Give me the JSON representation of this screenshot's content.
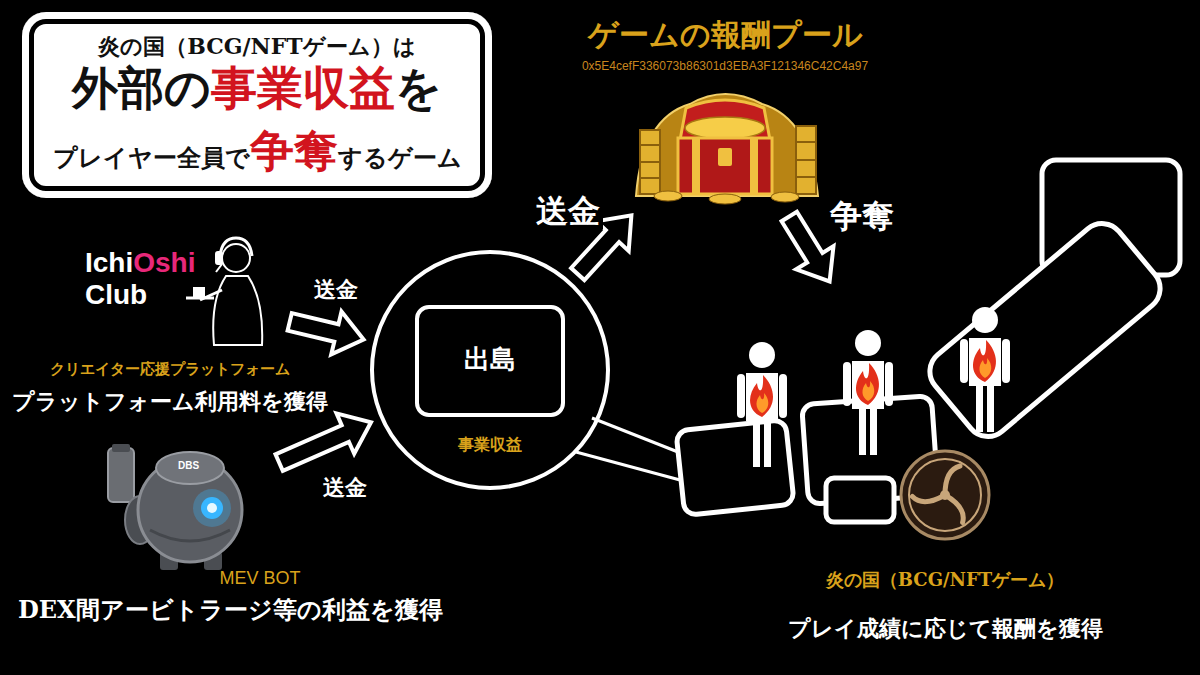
{
  "diagram": {
    "nodes": [
      {
        "text": [
          "炎の国（BCG/NFTゲーム）は",
          "外部の",
          "事業収益",
          "を",
          "プレイヤー全員で",
          "争奪",
          "するゲーム"
        ]
      },
      {
        "text": [
          "ゲームの報酬プール",
          "0x5E4cefF336073b86301d3EBA3F121346C42C4a97"
        ]
      },
      {
        "text": [
          "Ichi",
          "Oshi",
          "Club",
          "クリエイター応援プラットフォーム",
          "プラットフォーム利用料を獲得"
        ]
      },
      {
        "text": [
          "事業収益"
        ]
      },
      {
        "text": [
          "出島"
        ],
        "in": 3
      },
      {
        "text": [
          "MEV BOT",
          "DEX間アービトラージ等の利益を獲得"
        ]
      },
      {
        "text": [
          "炎の国（BCG/NFTゲーム）",
          "プレイ成績に応じて報酬を獲得"
        ]
      }
    ],
    "edges": [
      {
        "from": 2,
        "to": 3,
        "label": "送金",
        "arrow": "to"
      },
      {
        "from": 5,
        "to": 3,
        "label": "送金",
        "arrow": "to"
      },
      {
        "from": 3,
        "to": 1,
        "label": "送金",
        "arrow": "to"
      },
      {
        "from": 1,
        "to": 6,
        "label": "争奪",
        "arrow": "to"
      }
    ],
    "labels": [
      "DBS"
    ]
  }
}
